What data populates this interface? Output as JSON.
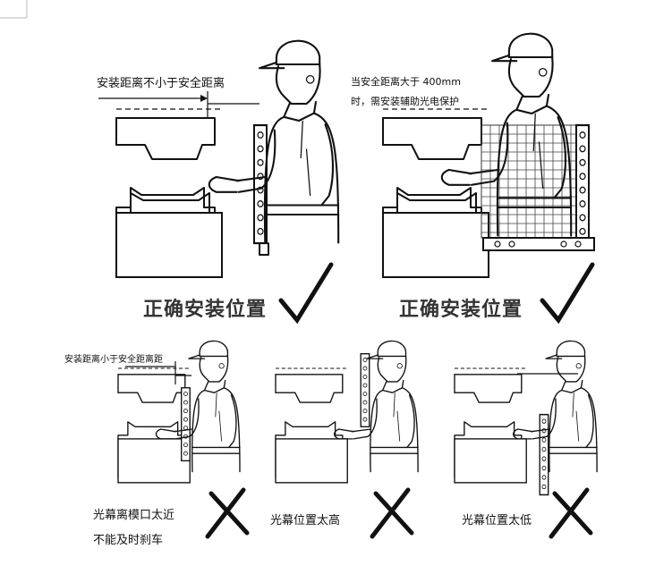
{
  "panels": {
    "top_left": {
      "annotation": "安装距离不小于安全距离",
      "caption": "正确安装位置",
      "verdict": "correct"
    },
    "top_right": {
      "annotation_line1": "当安全距离大于 400mm",
      "annotation_line2": "时，需安装辅助光电保护",
      "caption": "正确安装位置",
      "verdict": "correct"
    },
    "bottom_left": {
      "annotation": "安装距离小于安全距离距",
      "caption_line1": "光幕离模口太近",
      "caption_line2": "不能及时刹车",
      "verdict": "wrong"
    },
    "bottom_middle": {
      "caption": "光幕位置太高",
      "verdict": "wrong"
    },
    "bottom_right": {
      "caption": "光幕位置太低",
      "verdict": "wrong"
    }
  },
  "icons": {
    "check": "check-mark-icon",
    "cross": "cross-mark-icon"
  }
}
